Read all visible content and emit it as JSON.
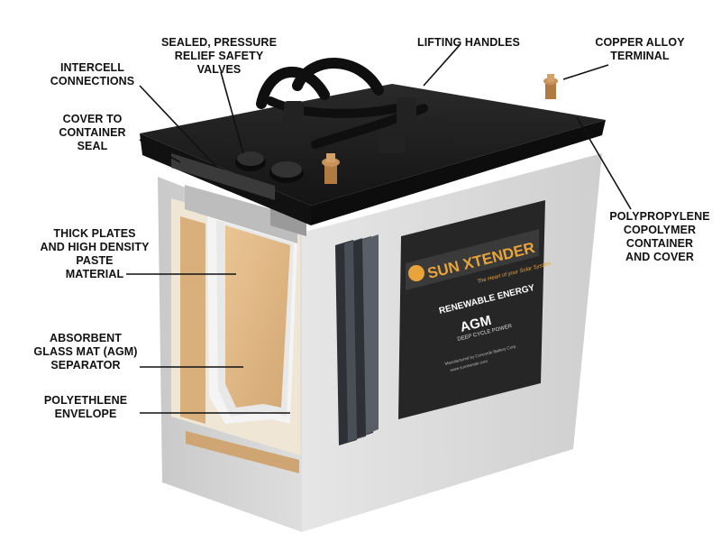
{
  "callouts": {
    "sealed_valves": "SEALED, PRESSURE\nRELIEF SAFETY\nVALVES",
    "lifting_handles": "LIFTING HANDLES",
    "copper_terminal": "COPPER ALLOY\nTERMINAL",
    "intercell": "INTERCELL\nCONNECTIONS",
    "cover_seal": "COVER TO\nCONTAINER\nSEAL",
    "thick_plates": "THICK PLATES\nAND HIGH DENSITY\nPASTE\nMATERIAL",
    "polypropylene": "POLYPROPYLENE\nCOPOLYMER\nCONTAINER\nAND COVER",
    "agm_separator": "ABSORBENT\nGLASS MAT (AGM)\nSEPARATOR",
    "polyethylene": "POLYETHLENE\nENVELOPE"
  },
  "label": {
    "brand": "SUN XTENDER",
    "tagline": "The Heart of your Solar System",
    "line1": "RENEWABLE ENERGY",
    "line2": "AGM",
    "line3": "DEEP CYCLE POWER",
    "fine1": "Manufactured by Concorde Battery Corp.",
    "fine2": "www.sunxtender.com"
  },
  "colors": {
    "case": "#d9d9d9",
    "cover": "#1c1c1c",
    "label_bg": "#2b2b2b",
    "brand_orange": "#e8a43a",
    "paste": "#ddb583"
  }
}
